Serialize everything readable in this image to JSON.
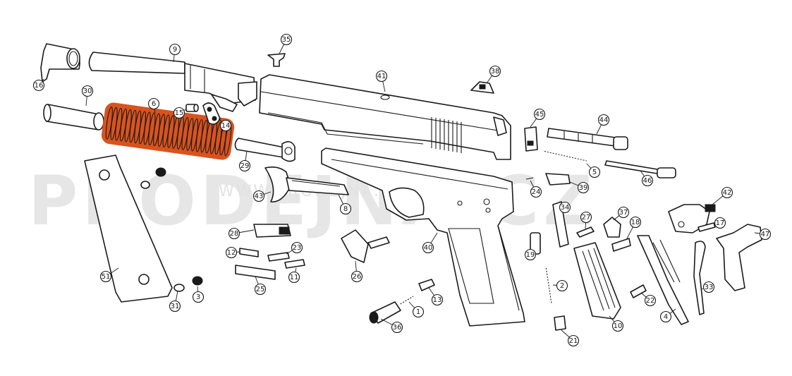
{
  "watermark": {
    "text_large": "PRODEJNA.CZ",
    "text_small": "WWW.PRODEJNA.CZ"
  },
  "highlight": {
    "part_number": "6",
    "color": "#d9531e"
  },
  "colors": {
    "line": "#1a1a1a",
    "highlight": "#d9531e",
    "watermark": "#e6e6e6"
  },
  "callouts": [
    {
      "id": "c1",
      "label": "1"
    },
    {
      "id": "c2",
      "label": "2"
    },
    {
      "id": "c3",
      "label": "3"
    },
    {
      "id": "c4",
      "label": "4"
    },
    {
      "id": "c5",
      "label": "5"
    },
    {
      "id": "c6",
      "label": "6"
    },
    {
      "id": "c8",
      "label": "8"
    },
    {
      "id": "c9",
      "label": "9"
    },
    {
      "id": "c10",
      "label": "10"
    },
    {
      "id": "c11",
      "label": "11"
    },
    {
      "id": "c12",
      "label": "12"
    },
    {
      "id": "c13",
      "label": "13"
    },
    {
      "id": "c14",
      "label": "14"
    },
    {
      "id": "c15",
      "label": "15"
    },
    {
      "id": "c16",
      "label": "16"
    },
    {
      "id": "c17",
      "label": "17"
    },
    {
      "id": "c18",
      "label": "18"
    },
    {
      "id": "c19",
      "label": "19"
    },
    {
      "id": "c21",
      "label": "21"
    },
    {
      "id": "c22",
      "label": "22"
    },
    {
      "id": "c23",
      "label": "23"
    },
    {
      "id": "c24",
      "label": "24"
    },
    {
      "id": "c25",
      "label": "25"
    },
    {
      "id": "c26",
      "label": "26"
    },
    {
      "id": "c27",
      "label": "27"
    },
    {
      "id": "c28",
      "label": "28"
    },
    {
      "id": "c29",
      "label": "29"
    },
    {
      "id": "c30",
      "label": "30"
    },
    {
      "id": "c31",
      "label": "31"
    },
    {
      "id": "c33",
      "label": "33"
    },
    {
      "id": "c34",
      "label": "34"
    },
    {
      "id": "c35",
      "label": "35"
    },
    {
      "id": "c36",
      "label": "36"
    },
    {
      "id": "c37",
      "label": "37"
    },
    {
      "id": "c38",
      "label": "38"
    },
    {
      "id": "c39",
      "label": "39"
    },
    {
      "id": "c40",
      "label": "40"
    },
    {
      "id": "c41",
      "label": "41"
    },
    {
      "id": "c42",
      "label": "42"
    },
    {
      "id": "c43",
      "label": "43"
    },
    {
      "id": "c44",
      "label": "44"
    },
    {
      "id": "c45",
      "label": "45"
    },
    {
      "id": "c46",
      "label": "46"
    },
    {
      "id": "c47",
      "label": "47"
    },
    {
      "id": "c51",
      "label": "51"
    }
  ]
}
